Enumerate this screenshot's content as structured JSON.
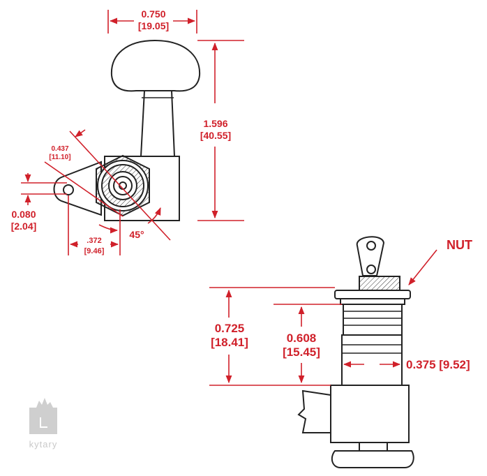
{
  "colors": {
    "dimension": "#d0202a",
    "outline": "#222222",
    "logo": "#cfcfcf"
  },
  "top_view": {
    "width_in": "0.750",
    "width_mm": "[19.05]",
    "height_in": "1.596",
    "height_mm": "[40.55]",
    "hole_in": "0.437",
    "hole_mm": "[11.10]",
    "tab_in": "0.080",
    "tab_mm": "[2.04]",
    "offset_in": ".372",
    "offset_mm": "[9.46]",
    "angle": "45°"
  },
  "side_view": {
    "nut_label": "NUT",
    "total_in": "0.725",
    "total_mm": "[18.41]",
    "thread_in": "0.608",
    "thread_mm": "[15.45]",
    "diameter": "0.375 [9.52]"
  },
  "watermark": {
    "brand": "kytary",
    "icon": "tuning-peg-logo-icon"
  }
}
